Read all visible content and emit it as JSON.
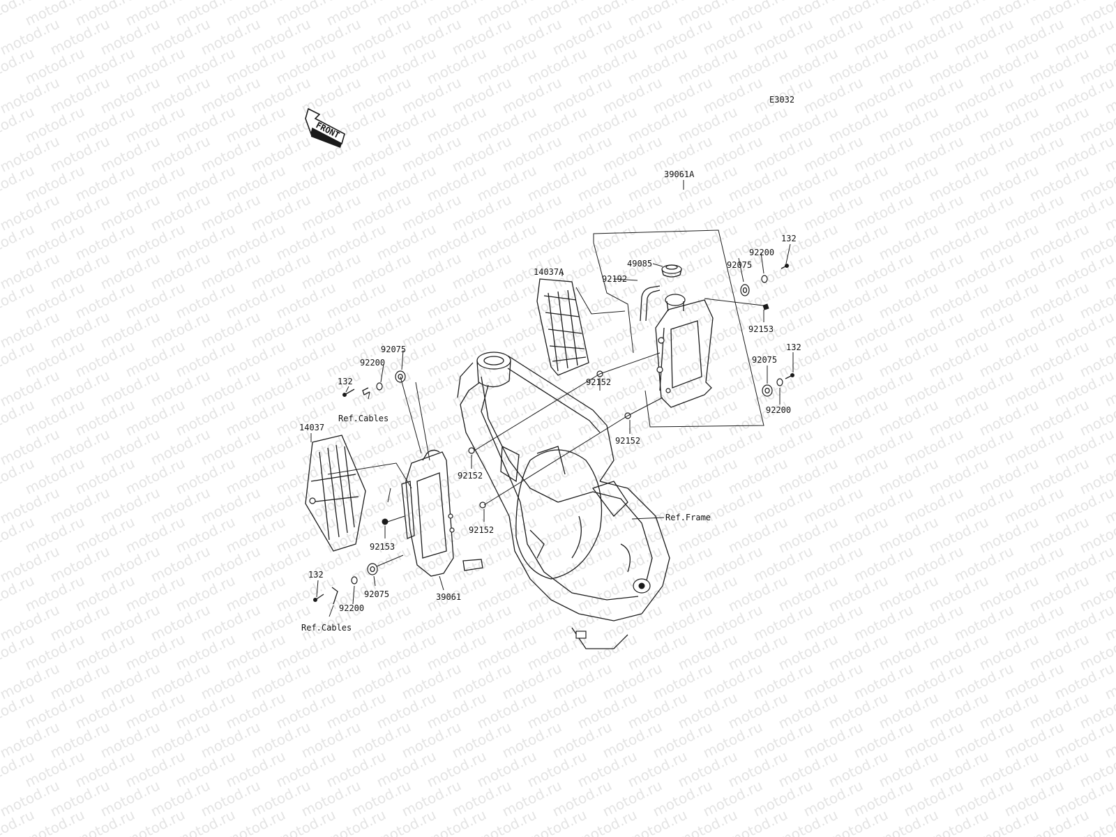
{
  "diagram_code": "E3032",
  "front_arrow_label": "FRONT",
  "watermark_text": "motod.ru",
  "callouts": {
    "p39061A": "39061A",
    "p14037A": "14037A",
    "p132_top": "132",
    "p92200_top": "92200",
    "p92075_top": "92075",
    "p49085": "49085",
    "p92192": "92192",
    "p92153_right": "92153",
    "p132_right": "132",
    "p92075_right": "92075",
    "p92200_right": "92200",
    "p92152_a": "92152",
    "p92152_b": "92152",
    "p92075_left": "92075",
    "p92200_left": "92200",
    "p132_left": "132",
    "ref_cables_top": "Ref.Cables",
    "p14037": "14037",
    "p92152_c": "92152",
    "p92152_d": "92152",
    "ref_frame": "Ref.Frame",
    "p92153_left": "92153",
    "p132_bottom": "132",
    "p92200_bottom": "92200",
    "p92075_bottom": "92075",
    "p39061": "39061",
    "ref_cables_bottom": "Ref.Cables"
  }
}
